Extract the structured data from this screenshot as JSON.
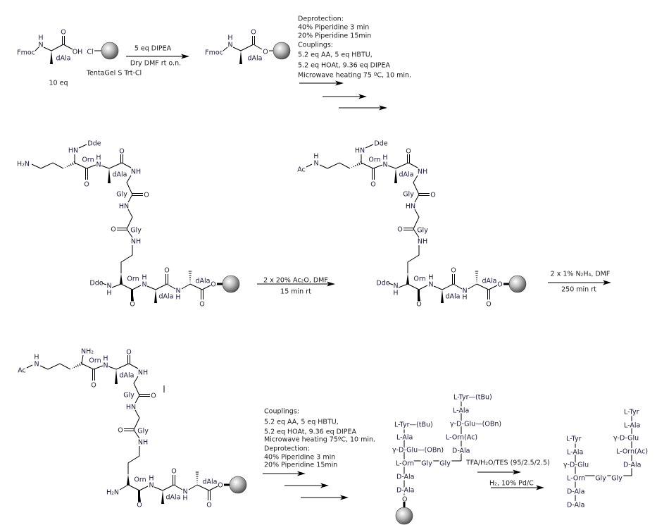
{
  "atoms": {
    "N": "N",
    "H": "H",
    "O": "O",
    "NH": "NH",
    "HN": "HN",
    "OH": "OH",
    "Cl": "Cl"
  },
  "groups": {
    "Fmoc": "Fmoc",
    "Dde": "Dde",
    "H2N": "H₂N",
    "NH2": "NH₂",
    "Ac": "Ac"
  },
  "residues": {
    "dAla": "dAla",
    "Orn": "Orn",
    "Gly": "Gly"
  },
  "step1": {
    "reagent_above": "5 eq DIPEA",
    "reagent_below": "Dry DMF rt o.n.",
    "resin": "TentaGel S Trt-Cl",
    "equivalents": "10 eq"
  },
  "step2": {
    "lines": [
      "Deprotection:",
      "40% Piperidine  3 min",
      "20% Piperidine 15min",
      "Couplings:",
      "5.2 eq AA, 5 eq HBTU,",
      "5.2 eq HOAt, 9.36 eq DIPEA",
      "Microwave heating 75 ºC, 10 min."
    ]
  },
  "step3": {
    "above": "2 x 20% Ac₂O, DMF",
    "below": "15 min rt"
  },
  "step4": {
    "above": "2 x 1% N₂H₄, DMF",
    "below": "250 min rt"
  },
  "step5": {
    "lines": [
      "Couplings:",
      "5.2 eq AA, 5 eq HBTU,",
      "5.2 eq HOAt, 9.36 eq DIPEA",
      "Microwave heating 75ºC, 10 min.",
      "Deprotection:",
      "40% Piperidine  3 min",
      "20% Piperidine 15min"
    ]
  },
  "resin_peptide": {
    "left_chain": [
      "L-Tyr—(tBu)",
      "L-Ala",
      "γ-D-Glu—(OBn)",
      "L-Orn",
      "D-Ala",
      "D-Ala",
      "O"
    ],
    "linker": [
      "Gly",
      "Gly"
    ],
    "right_chain": [
      "L-Tyr—(tBu)",
      "L-Ala",
      "γ-D-Glu—(OBn)",
      "L-Orn(Ac)",
      "D-Ala"
    ]
  },
  "step6": {
    "above": "TFA/H₂O/TES (95/2.5/2.5)",
    "below": "H₂, 10% Pd/C"
  },
  "final_peptide": {
    "left_chain": [
      "L-Tyr",
      "L-Ala",
      "γ-D-Glu",
      "L-Orn",
      "D-Ala",
      "D-Ala"
    ],
    "linker": [
      "Gly",
      "Gly"
    ],
    "right_chain": [
      "L-Tyr",
      "L-Ala",
      "γ-D-Glu",
      "L-Orn(Ac)",
      "D-Ala"
    ]
  },
  "colors": {
    "resin_bead_light": "#ffffff",
    "resin_bead_dark": "#5a5a5a",
    "ink": "#000000"
  }
}
